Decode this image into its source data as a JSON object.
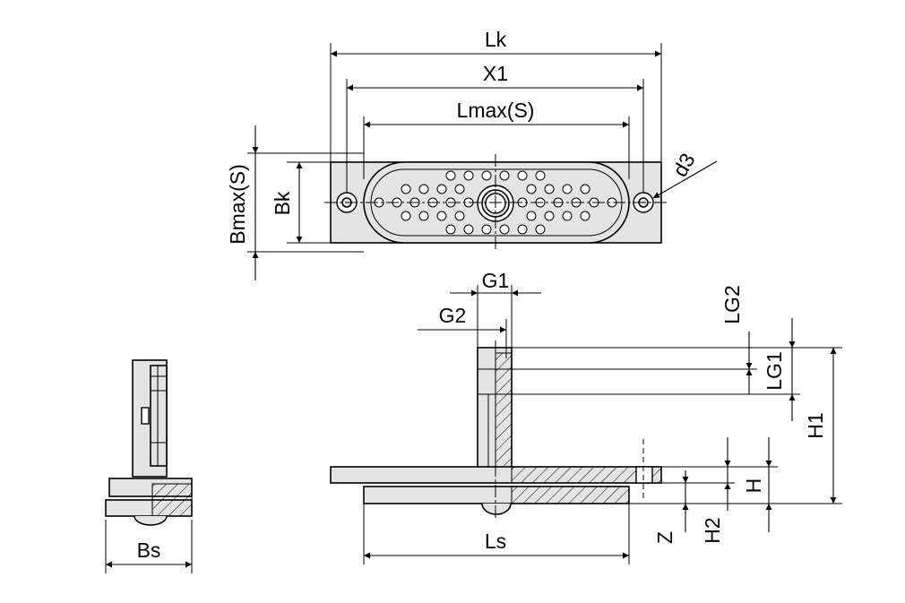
{
  "labels": {
    "lk": "Lk",
    "x1": "X1",
    "lmax": "Lmax(S)",
    "bmax": "Bmax(S)",
    "bk": "Bk",
    "d3": "d3",
    "g1": "G1",
    "g2": "G2",
    "lg2": "LG2",
    "lg1": "LG1",
    "h1": "H1",
    "h": "H",
    "h2": "H2",
    "z": "Z",
    "ls": "Ls",
    "bs": "Bs"
  },
  "colors": {
    "part_fill": "#e4e4e4",
    "line": "#000000",
    "background": "#ffffff"
  }
}
